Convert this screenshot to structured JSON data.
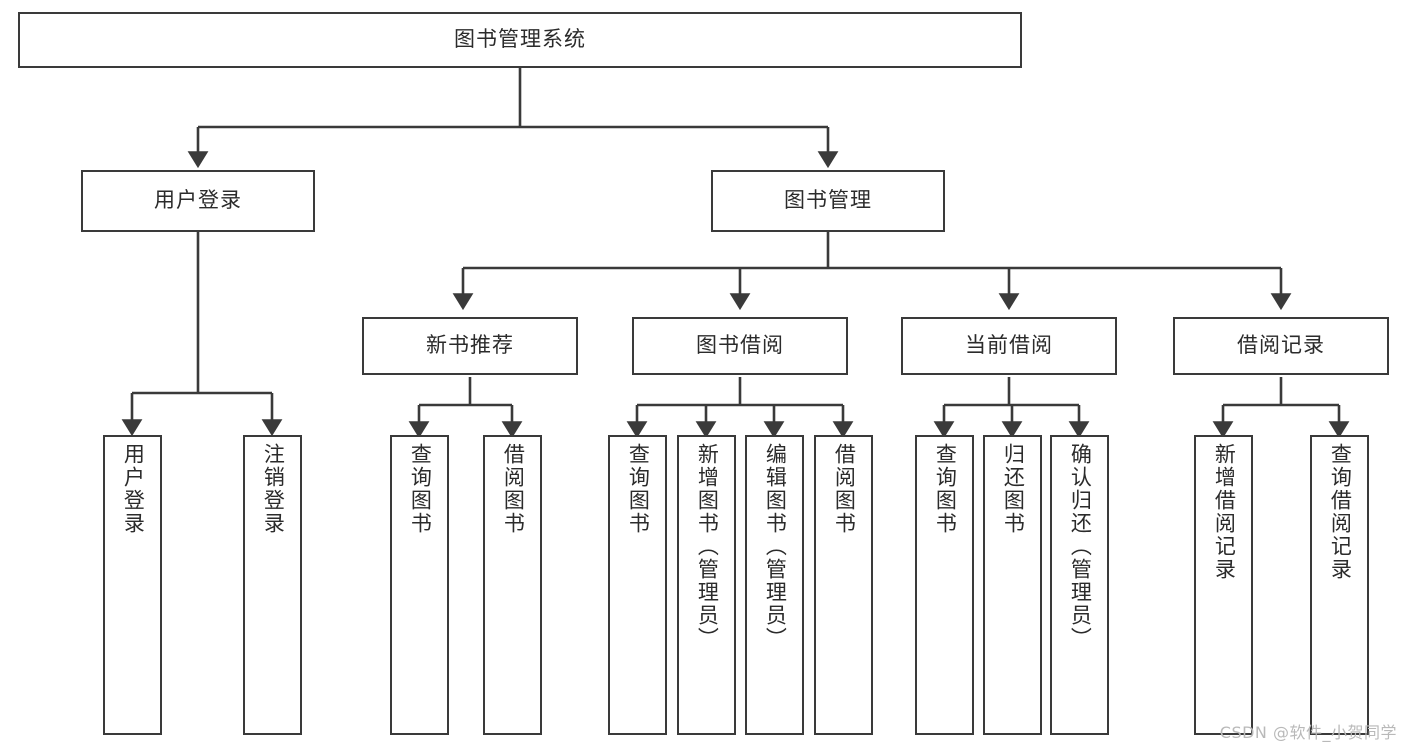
{
  "diagram": {
    "title": "图书管理系统",
    "type": "tree",
    "root": {
      "label": "图书管理系统"
    },
    "level1": [
      {
        "label": "用户登录"
      },
      {
        "label": "图书管理"
      }
    ],
    "level2": [
      {
        "label": "新书推荐"
      },
      {
        "label": "图书借阅"
      },
      {
        "label": "当前借阅"
      },
      {
        "label": "借阅记录"
      }
    ],
    "leaves": {
      "user_login": [
        {
          "label": "用户登录"
        },
        {
          "label": "注销登录"
        }
      ],
      "new_book": [
        {
          "label": "查询图书"
        },
        {
          "label": "借阅图书"
        }
      ],
      "book_borrow": [
        {
          "label": "查询图书"
        },
        {
          "label": "新增图书（管理员）"
        },
        {
          "label": "编辑图书（管理员）"
        },
        {
          "label": "借阅图书"
        }
      ],
      "current_borrow": [
        {
          "label": "查询图书"
        },
        {
          "label": "归还图书"
        },
        {
          "label": "确认归还（管理员）"
        }
      ],
      "borrow_record": [
        {
          "label": "新增借阅记录"
        },
        {
          "label": "查询借阅记录"
        }
      ]
    }
  },
  "watermark": {
    "text": "CSDN @软件_小贺同学"
  },
  "colors": {
    "stroke": "#3a3a3a",
    "text": "#2b2b2b",
    "background": "#ffffff",
    "watermark": "#b9b9b9"
  }
}
